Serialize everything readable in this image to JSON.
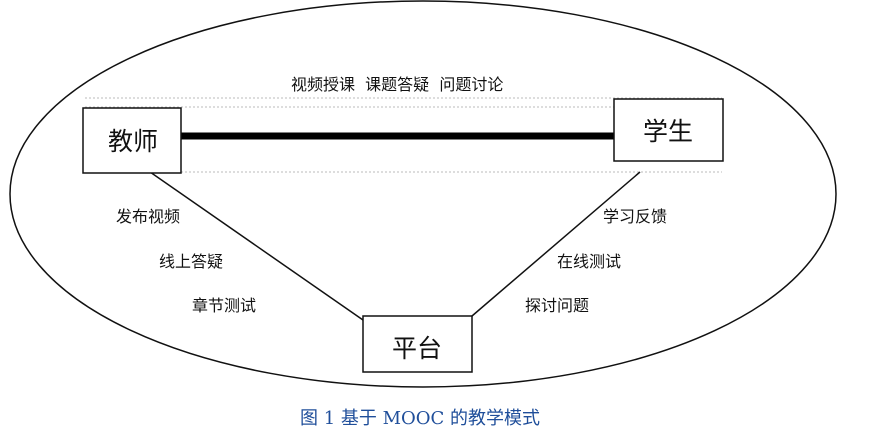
{
  "colors": {
    "stroke": "#111111",
    "dashed": "#bbbbbb",
    "caption": "#1f4e9a"
  },
  "diagram": {
    "top_label": "视频授课  课题答疑  问题讨论",
    "nodes": {
      "teacher": "教师",
      "student": "学生",
      "platform": "平台"
    },
    "teacher_platform_labels": [
      "发布视频",
      "线上答疑",
      "章节测试"
    ],
    "student_platform_labels": [
      "学习反馈",
      "在线测试",
      "探讨问题"
    ]
  },
  "caption": "图 1 基于 MOOC 的教学模式"
}
